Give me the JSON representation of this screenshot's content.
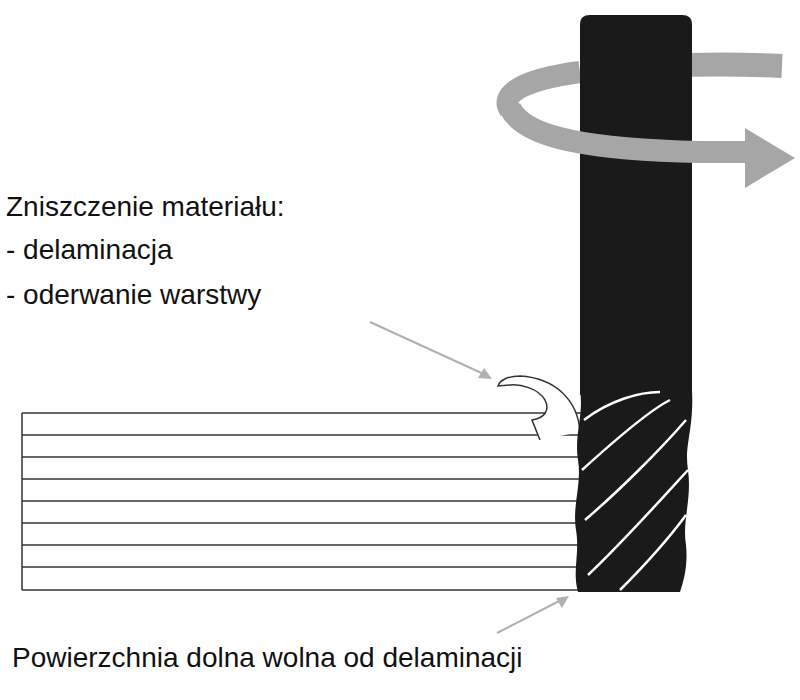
{
  "diagram": {
    "labels": [
      "Zniszczenie materiału:",
      "- delaminacja",
      "- oderwanie warstwy",
      "Powierzchnia dolna wolna od delaminacji"
    ]
  }
}
